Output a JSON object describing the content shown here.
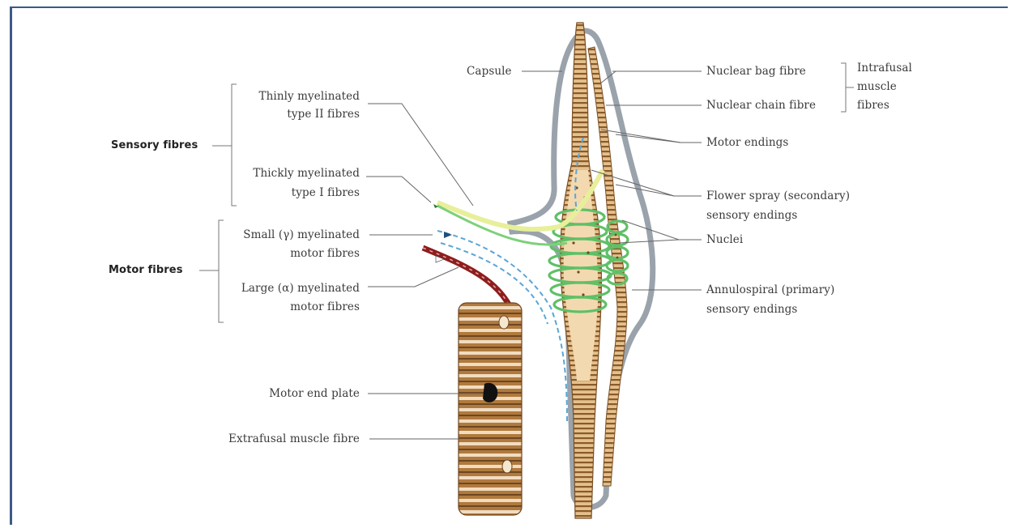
{
  "labels": {
    "sensory_fibres": "Sensory fibres",
    "motor_fibres": "Motor fibres",
    "thinly_line1": "Thinly myelinated",
    "thinly_line2": "type II fibres",
    "thickly_line1": "Thickly myelinated",
    "thickly_line2": "type I fibres",
    "small_line1": "Small (γ) myelinated",
    "small_line2": "motor fibres",
    "large_line1": "Large (α) myelinated",
    "large_line2": "motor fibres",
    "motor_end_plate": "Motor end plate",
    "extrafusal": "Extrafusal muscle fibre",
    "capsule": "Capsule",
    "nuclear_bag": "Nuclear bag fibre",
    "nuclear_chain": "Nuclear chain fibre",
    "intrafusal_line1": "Intrafusal",
    "intrafusal_line2": "muscle",
    "intrafusal_line3": "fibres",
    "motor_endings": "Motor endings",
    "flower_line1": "Flower spray (secondary)",
    "flower_line2": "sensory endings",
    "nuclei": "Nuclei",
    "annulo_line1": "Annulospiral (primary)",
    "annulo_line2": "sensory endings"
  },
  "colors": {
    "frame": "#3d5a87",
    "capsule": "#9aa3ab",
    "fibre": "#e9c99b",
    "striation": "#8a5a2b",
    "extrafusal": "#a9733b",
    "sensory_green": "#7ed07a",
    "sensory_yellow": "#e8ef9a",
    "gamma_blue": "#5aa6d6",
    "alpha_red": "#8e1d1d"
  }
}
